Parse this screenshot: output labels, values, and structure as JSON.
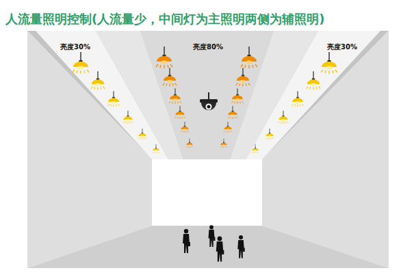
{
  "diagram": {
    "title": "人流量照明控制(人流量少，中间灯为主照明两侧为辅照明)",
    "labels": [
      "亮度30%",
      "亮度80%",
      "亮度30%"
    ]
  }
}
